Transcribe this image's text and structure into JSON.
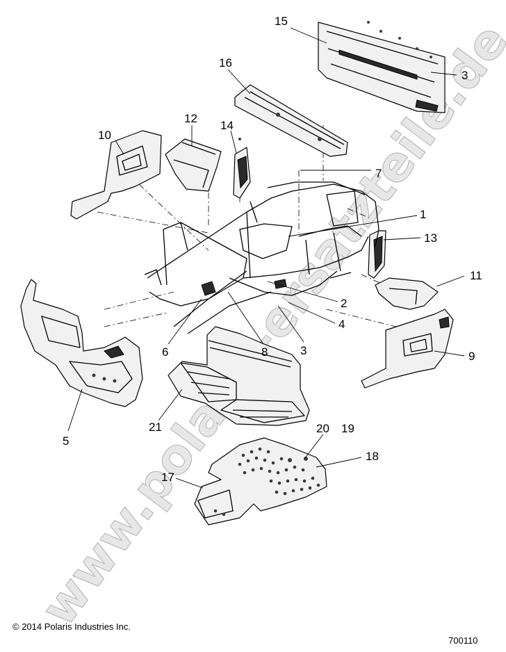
{
  "watermark": "www.polaris-ersatzteile.de",
  "callouts": {
    "c1": "1",
    "c2": "2",
    "c3a": "3",
    "c3b": "3",
    "c4": "4",
    "c5": "5",
    "c6": "6",
    "c7": "7",
    "c8": "8",
    "c9": "9",
    "c10": "10",
    "c11": "11",
    "c12": "12",
    "c13": "13",
    "c14": "14",
    "c15": "15",
    "c16": "16",
    "c17": "17",
    "c18": "18",
    "c19": "19",
    "c20": "20",
    "c21": "21"
  },
  "footer": {
    "copyright": "© 2014 Polaris Industries Inc.",
    "figure_id": "700110"
  }
}
